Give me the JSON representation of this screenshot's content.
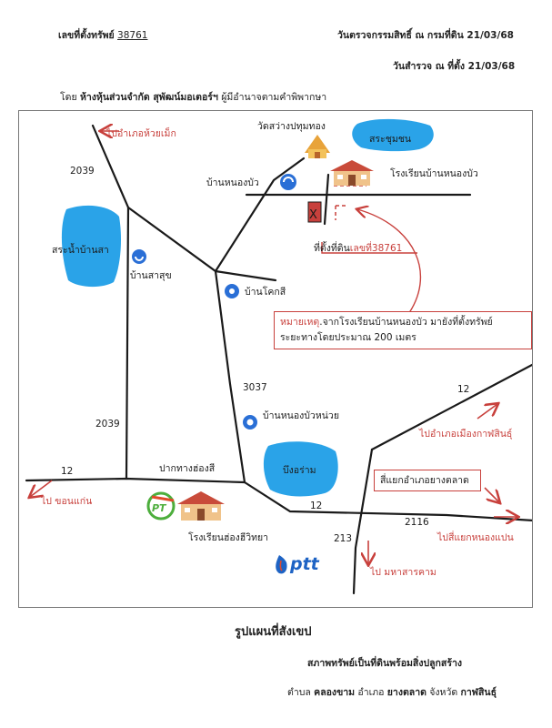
{
  "header": {
    "deed_label": "เลขที่ตั้งทรัพย์",
    "deed_number": "38761",
    "check_date": "วันตรวจกรรมสิทธิ์ ณ กรมที่ดิน 21/03/68",
    "survey_date": "วันสำรวจ ณ ที่ตั้ง 21/03/68",
    "by_label": "โดย",
    "company": "ห้างหุ้นส่วนจำกัด สุพัฒน์มอเตอร์ฯ",
    "role": "ผู้มีอำนาจตามคำพิพากษา"
  },
  "map": {
    "places": {
      "temple": "วัดสว่างปทุมทอง",
      "pond_top": "สระชุมชน",
      "school_top": "โรงเรียนบ้านหนองบัว",
      "village_nongbua": "บ้านหนองบัว",
      "pond_left": "สระน้ำบ้านสา",
      "village_sasuk": "บ้านสาสุข",
      "village_khoksi": "บ้านโคกสี",
      "village_nongbuanoi": "บ้านหนองบัวหน่วย",
      "pond_bottom": "บึงอร่าม",
      "junction_label": "ปากทางฮ่องสี",
      "school_bottom": "โรงเรียนฮ่องฮีวิทยา",
      "ptt_logo": "ptt",
      "pt_logo": "PT"
    },
    "roads": {
      "r2039_top": "2039",
      "r2039_mid": "2039",
      "r3037": "3037",
      "r12_left": "12",
      "r12_right": "12",
      "r12_mid": "12",
      "r213": "213",
      "r2116": "2116"
    },
    "directions": {
      "huaymek": "ไปอำเภอห้วยเม็ก",
      "khonkaen": "ไป ขอนแก่น",
      "kalasin": "ไปอำเภอเมืองกาฬสินธุ์",
      "nongpan": "ไปสี่แยกหนองแปน",
      "mahasarakham": "ไป มหาสารคาม"
    },
    "site_label_prefix": "ที่ตั้งที่ดิน",
    "site_label_deed": "เลขที่38761",
    "site_mark": "X",
    "note_prefix": "หมายเหตุ",
    "note_line1": ".จากโรงเรียนบ้านหนองบัว มายังที่ตั้งทรัพย์",
    "note_line2": "ระยะทางโดยประมาณ 200 เมตร",
    "intersection_box": "สี่แยกอำเภอยางตลาด"
  },
  "footer": {
    "title": "รูปแผนที่สังเขป",
    "property_type": "สภาพทรัพย์เป็นที่ดินพร้อมสิ่งปลูกสร้าง",
    "subdistrict_label": "ตำบล",
    "subdistrict": "คลองขาม",
    "district_label": "อำเภอ",
    "district": "ยางตลาด",
    "province_label": "จังหวัด",
    "province": "กาฬสินธุ์"
  },
  "colors": {
    "road": "#1a1a1a",
    "pond": "#2aa3e8",
    "accent_red": "#c8403c",
    "gov_blue": "#2a6fd6",
    "ptt_blue": "#1e63c4",
    "pt_green": "#4cae3c"
  }
}
